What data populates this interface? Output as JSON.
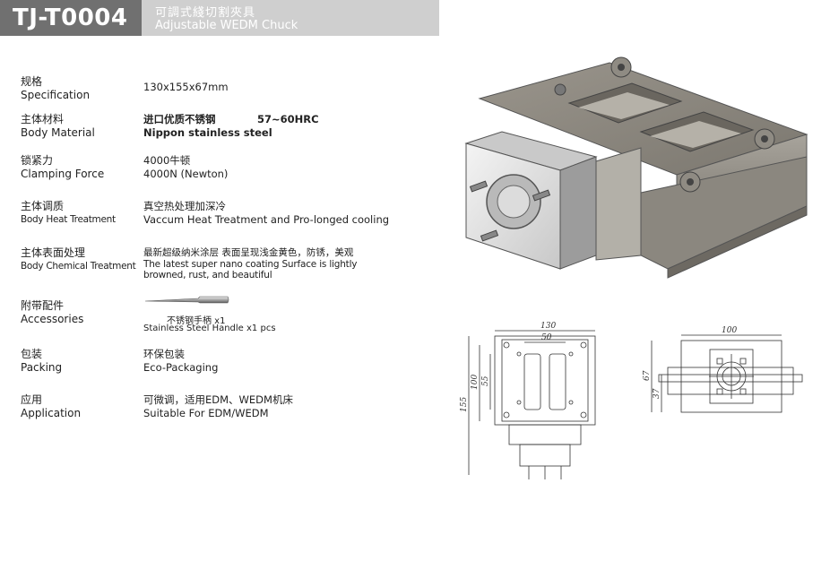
{
  "header": {
    "code": "TJ-T0004",
    "title_cn": "可調式綫切割夾具",
    "title_en": "Adjustable WEDM Chuck"
  },
  "specs": {
    "specification": {
      "cn": "规格",
      "en": "Specification",
      "value": "130x155x67mm"
    },
    "body_material": {
      "cn": "主体材料",
      "en": "Body Material",
      "value_cn": "进口优质不锈钢",
      "value_hardness": "57~60HRC",
      "value_en": "Nippon stainless steel"
    },
    "clamping_force": {
      "cn": "锁紧力",
      "en": "Clamping Force",
      "value_cn": "4000牛顿",
      "value_en": "4000N (Newton)"
    },
    "heat_treatment": {
      "cn": "主体调质",
      "en": "Body Heat Treatment",
      "value_cn": "真空热处理加深冷",
      "value_en": "Vaccum Heat Treatment and Pro-longed cooling"
    },
    "chemical_treatment": {
      "cn": "主体表面处理",
      "en": "Body Chemical Treatment",
      "value_cn": "最新超级纳米涂层 表面呈现浅金黄色，防锈，美观",
      "value_en": "The latest super nano coating Surface is lightly browned, rust, and beautiful"
    },
    "accessories": {
      "cn": "附带配件",
      "en": "Accessories",
      "value_cn": "不锈钢手柄  x1",
      "value_en": "Stainless Steel Handle x1 pcs"
    },
    "packing": {
      "cn": "包装",
      "en": "Packing",
      "value_cn": "环保包装",
      "value_en": "Eco-Packaging"
    },
    "application": {
      "cn": "应用",
      "en": "Application",
      "value_cn": "可微调，适用EDM、WEDM机床",
      "value_en": "Suitable For EDM/WEDM"
    }
  },
  "dimensions": {
    "width_130": "130",
    "slot_50": "50",
    "height_155": "155",
    "height_100": "100",
    "height_55": "55",
    "side_width_100": "100",
    "side_height_67": "67",
    "side_height_37": "37"
  }
}
